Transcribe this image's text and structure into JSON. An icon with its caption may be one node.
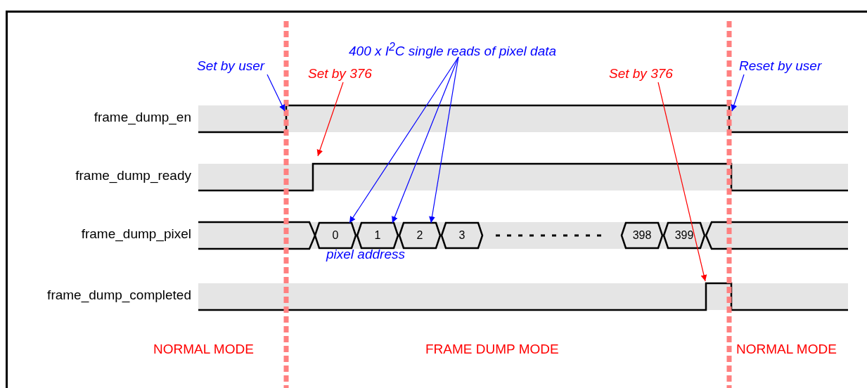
{
  "diagram": {
    "nodes": [
      {
        "text": [
          "Set by user"
        ]
      },
      {
        "text": [
          "Set by 376"
        ]
      },
      {
        "text": [
          "400 x I$^{2}$C single reads of pixel data"
        ]
      },
      {
        "text": [
          "Set by 376"
        ]
      },
      {
        "text": [
          "Reset by user"
        ]
      },
      {
        "text": [
          "0"
        ]
      },
      {
        "text": [
          "1"
        ]
      },
      {
        "text": [
          "2"
        ]
      },
      {
        "text": [
          "3"
        ]
      },
      {
        "text": [
          "398"
        ]
      },
      {
        "text": [
          "399"
        ]
      }
    ],
    "edges": [
      {
        "from": 0,
        "to": null,
        "arrow": "to"
      },
      {
        "from": 1,
        "to": null,
        "arrow": "to",
        "color": "#ff0000"
      },
      {
        "from": 2,
        "to": 5,
        "arrow": "to"
      },
      {
        "from": 2,
        "to": 6,
        "arrow": "to"
      },
      {
        "from": 2,
        "to": 7,
        "arrow": "to"
      },
      {
        "from": 3,
        "to": null,
        "arrow": "to",
        "color": "#ff0000"
      },
      {
        "from": 4,
        "to": null,
        "arrow": "to"
      }
    ],
    "labels": [
      "frame_dump_en",
      "frame_dump_ready",
      "frame_dump_pixel",
      "pixel address",
      "frame_dump_completed",
      "NORMAL MODE",
      "FRAME DUMP MODE",
      "NORMAL MODE"
    ]
  }
}
